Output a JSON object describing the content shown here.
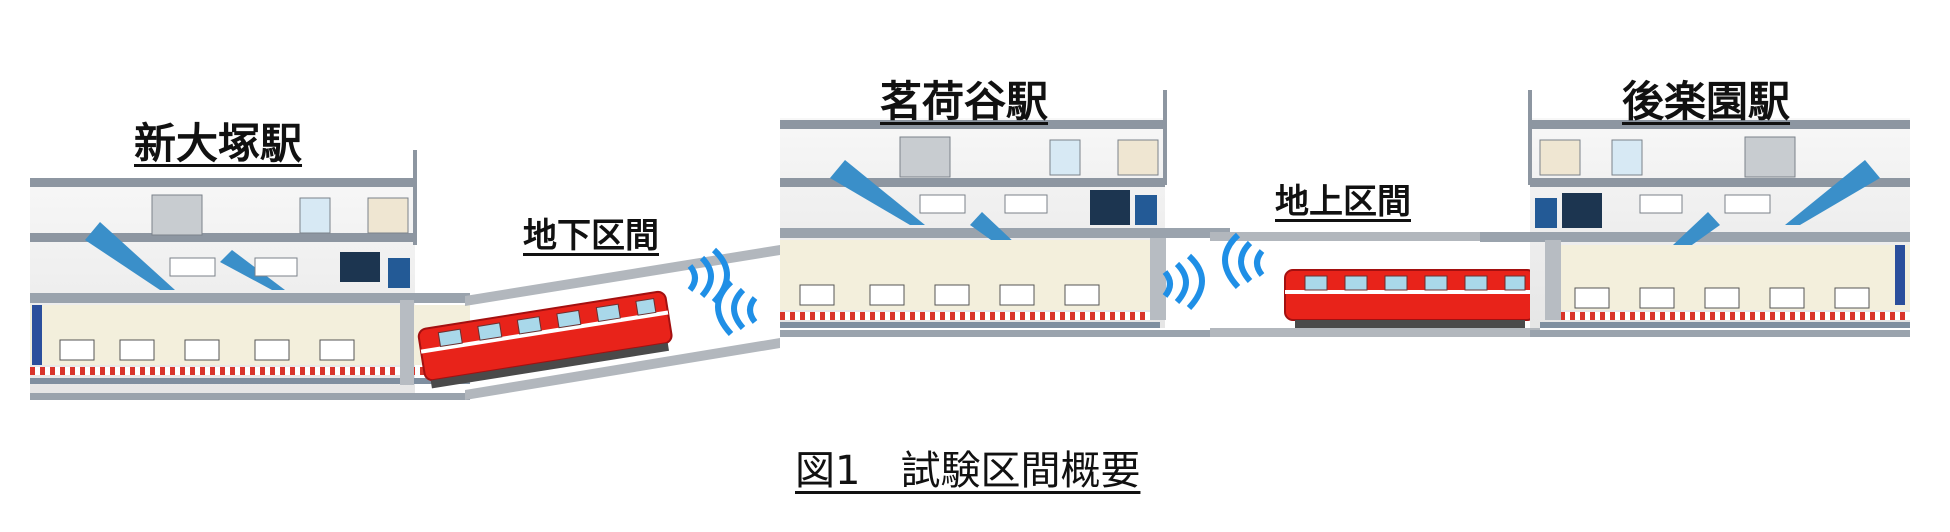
{
  "stations": [
    {
      "name": "新大塚駅"
    },
    {
      "name": "茗荷谷駅"
    },
    {
      "name": "後楽園駅"
    }
  ],
  "sections": [
    {
      "name": "地下区間"
    },
    {
      "name": "地上区間"
    }
  ],
  "caption": "図1　試験区間概要",
  "colors": {
    "train_body": "#e8231a",
    "platform_line": "#d9342b",
    "structure": "#a7acb3",
    "floor": "#7f8fa0",
    "signal_wave": "#1f8fe6",
    "wall": "#f3f3f3"
  }
}
